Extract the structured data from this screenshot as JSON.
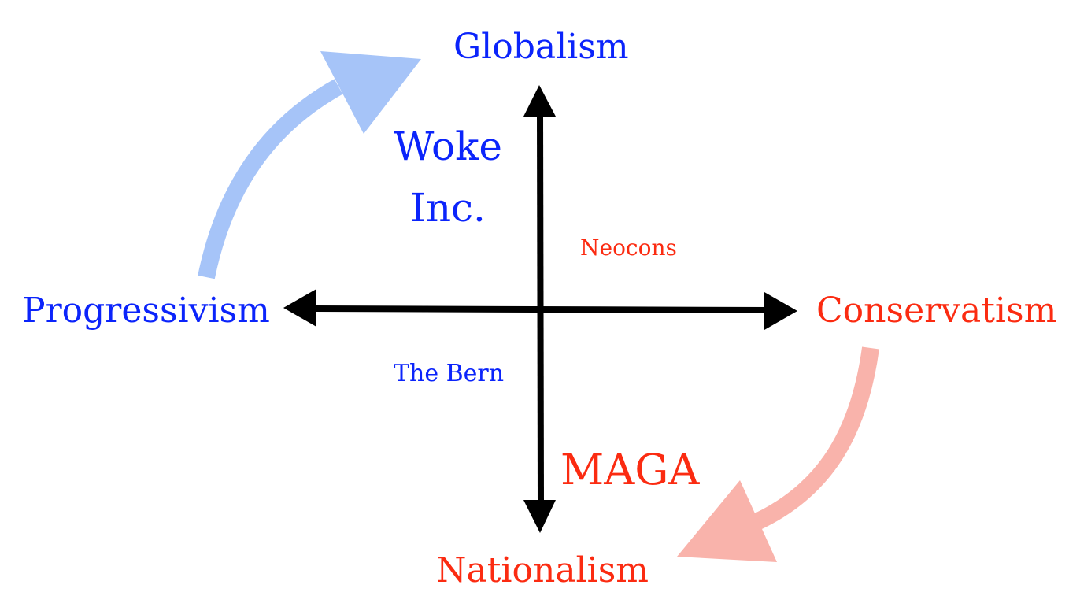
{
  "diagram": {
    "type": "political-quadrant",
    "colors": {
      "left_blue": "#0b24fb",
      "right_red": "#fb2b11",
      "arrow_blue": "#a6c4f8",
      "arrow_red": "#f9b3ab",
      "axis": "#000000",
      "background": "#ffffff"
    },
    "axes": {
      "top": "Globalism",
      "bottom": "Nationalism",
      "left": "Progressivism",
      "right": "Conservatism"
    },
    "quadrant_labels": {
      "top_left": {
        "line1": "Woke",
        "line2": "Inc."
      },
      "top_right": "Neocons",
      "bottom_left": "The Bern",
      "bottom_right": "MAGA"
    },
    "shift_arrows": [
      {
        "from": "Progressivism",
        "to": "Globalism",
        "color": "light-blue"
      },
      {
        "from": "Conservatism",
        "to": "Nationalism",
        "color": "light-red"
      }
    ]
  }
}
